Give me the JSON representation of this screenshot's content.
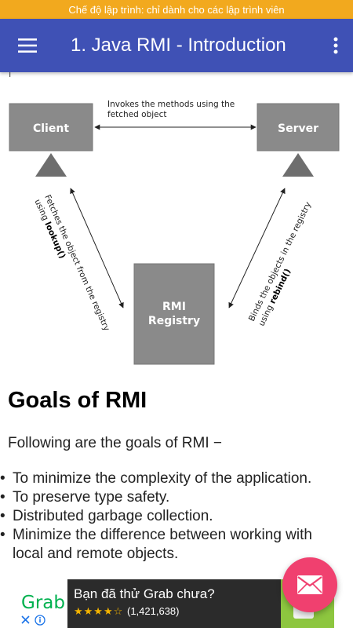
{
  "status_banner": "Chế độ lập trình: chỉ dành cho các lập trình viên",
  "app_bar": {
    "title": "1. Java RMI - Introduction",
    "menu_icon": "hamburger-menu-icon",
    "more_icon": "more-vert-icon",
    "color": "#3f51b5"
  },
  "diagram": {
    "client_label": "Client",
    "server_label": "Server",
    "registry_line1": "RMI",
    "registry_line2": "Registry",
    "top_arrow_line1": "Invokes the methods using the",
    "top_arrow_line2": "fetched object",
    "left_arrow_line1": "Fetches the object from the registry",
    "left_arrow_line2_prefix": "using ",
    "left_arrow_line2_code": "lookup()",
    "right_arrow_line1": "Binds the objects in the registry",
    "right_arrow_line2_prefix": "using ",
    "right_arrow_line2_code": "rebind()"
  },
  "article": {
    "heading": "Goals of RMI",
    "intro": "Following are the goals of RMI −",
    "goals": [
      "To minimize the complexity of the application.",
      "To preserve type safety.",
      "Distributed garbage collection.",
      "Minimize the difference between working with",
      "local and remote objects."
    ]
  },
  "ad": {
    "brand": "Grab",
    "headline": "Bạn đã thử Grab chưa?",
    "stars": "★★★★☆",
    "rating_count": "(1,421,638)",
    "brand_color": "#00b14f",
    "action_color": "#8dc63f"
  },
  "fab": {
    "icon": "mail-icon",
    "color": "#f0406f"
  }
}
